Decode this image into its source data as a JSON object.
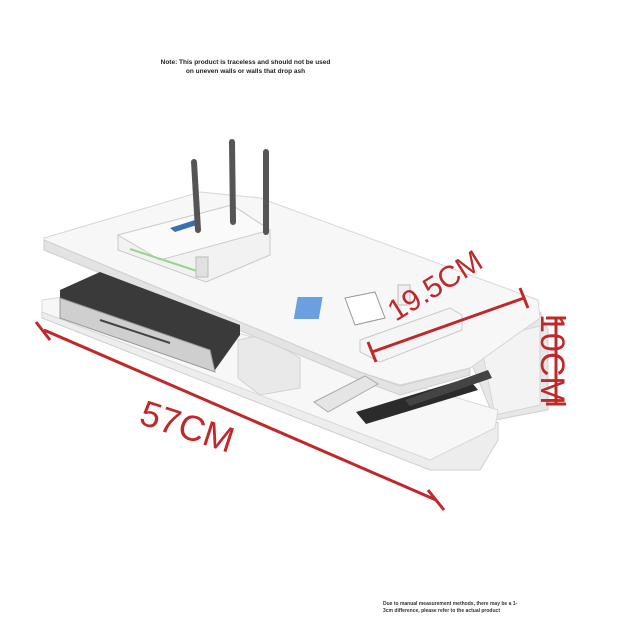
{
  "notes": {
    "top": "Note: This product is traceless and should not be used on uneven walls or walls that drop ash",
    "bottom": "Due to manual measurement methods, there may be a 1-3cm difference, please refer to the actual product"
  },
  "dimensions": {
    "width": "57CM",
    "depth": "19.5CM",
    "height": "10CM"
  },
  "colors": {
    "dimension_line": "#c0282a",
    "shelf": "#f4f4f4"
  }
}
